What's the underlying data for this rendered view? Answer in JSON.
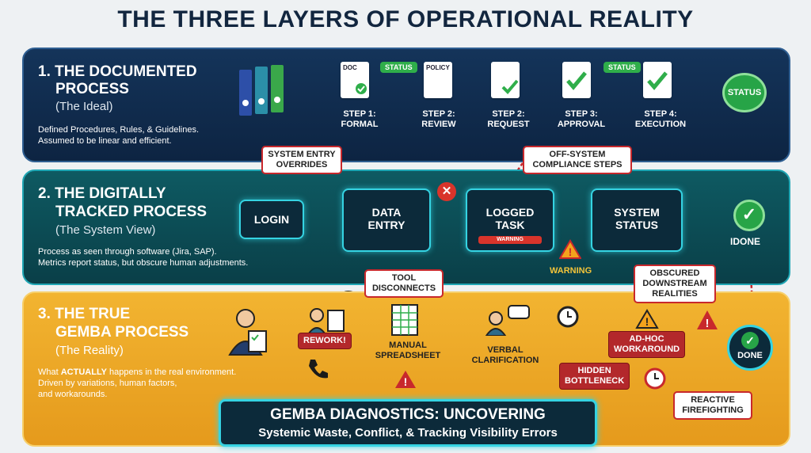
{
  "title": "THE THREE LAYERS OF OPERATIONAL REALITY",
  "layer1": {
    "title_line1": "1. THE DOCUMENTED",
    "title_line2": "PROCESS",
    "subtitle": "(The Ideal)",
    "desc_line1": "Defined Procedures, Rules, & Guidelines.",
    "desc_line2": "Assumed to be linear and efficient.",
    "doc_tags": [
      "DOC",
      "POLICY"
    ],
    "status_pill": "STATUS",
    "steps": [
      {
        "l1": "STEP 1:",
        "l2": "FORMAL"
      },
      {
        "l1": "STEP 2:",
        "l2": "REVIEW"
      },
      {
        "l1": "STEP 2:",
        "l2": "REQUEST"
      },
      {
        "l1": "STEP 3:",
        "l2": "APPROVAL"
      },
      {
        "l1": "STEP 4:",
        "l2": "EXECUTION"
      }
    ],
    "end_status": "STATUS"
  },
  "layer2": {
    "title_line1": "2. THE DIGITALLY",
    "title_line2": "TRACKED PROCESS",
    "subtitle": "(The System View)",
    "desc_line1": "Process as seen through software (Jira, SAP).",
    "desc_line2": "Metrics report status, but obscure human adjustments.",
    "login": "LOGIN",
    "data_entry_l1": "DATA",
    "data_entry_l2": "ENTRY",
    "logged_l1": "LOGGED",
    "logged_l2": "TASK",
    "logged_warning": "WARNING",
    "system_l1": "SYSTEM",
    "system_l2": "STATUS",
    "done": "IDONE",
    "warning": "WARNING"
  },
  "layer3": {
    "title_line1": "3. THE TRUE",
    "title_line2": "GEMBA PROCESS",
    "subtitle": "(The Reality)",
    "desc_line1_pre": "What ",
    "desc_line1_em": "ACTUALLY",
    "desc_line1_post": " happens in the real environment.",
    "desc_line2": "Driven by variations, human factors,",
    "desc_line3": "and workarounds.",
    "rework": "REWORK!",
    "manual_l1": "MANUAL",
    "manual_l2": "SPREADSHEET",
    "verbal_l1": "VERBAL",
    "verbal_l2": "CLARIFICATION",
    "hidden_l1": "HIDDEN",
    "hidden_l2": "BOTTLENECK",
    "adhoc_l1": "AD-HOC",
    "adhoc_l2": "WORKAROUND",
    "done": "DONE"
  },
  "callouts": {
    "overrides_l1": "SYSTEM ENTRY",
    "overrides_l2": "OVERRIDES",
    "offsystem_l1": "OFF-SYSTEM",
    "offsystem_l2": "COMPLIANCE STEPS",
    "tool_l1": "TOOL",
    "tool_l2": "DISCONNECTS",
    "obscured_l1": "OBSCURED",
    "obscured_l2": "DOWNSTREAM",
    "obscured_l3": "REALITIES",
    "reactive_l1": "REACTIVE",
    "reactive_l2": "FIREFIGHTING"
  },
  "banner": {
    "title": "GEMBA DIAGNOSTICS: UNCOVERING",
    "subtitle": "Systemic Waste, Conflict, & Tracking Visibility Errors"
  },
  "colors": {
    "layer1_bg": "#0d2442",
    "layer2_bg": "#0a3f48",
    "layer3_bg": "#e59a1c",
    "accent_cyan": "#35d3e2",
    "ok_green": "#27a447",
    "alert_red": "#c8282c"
  }
}
